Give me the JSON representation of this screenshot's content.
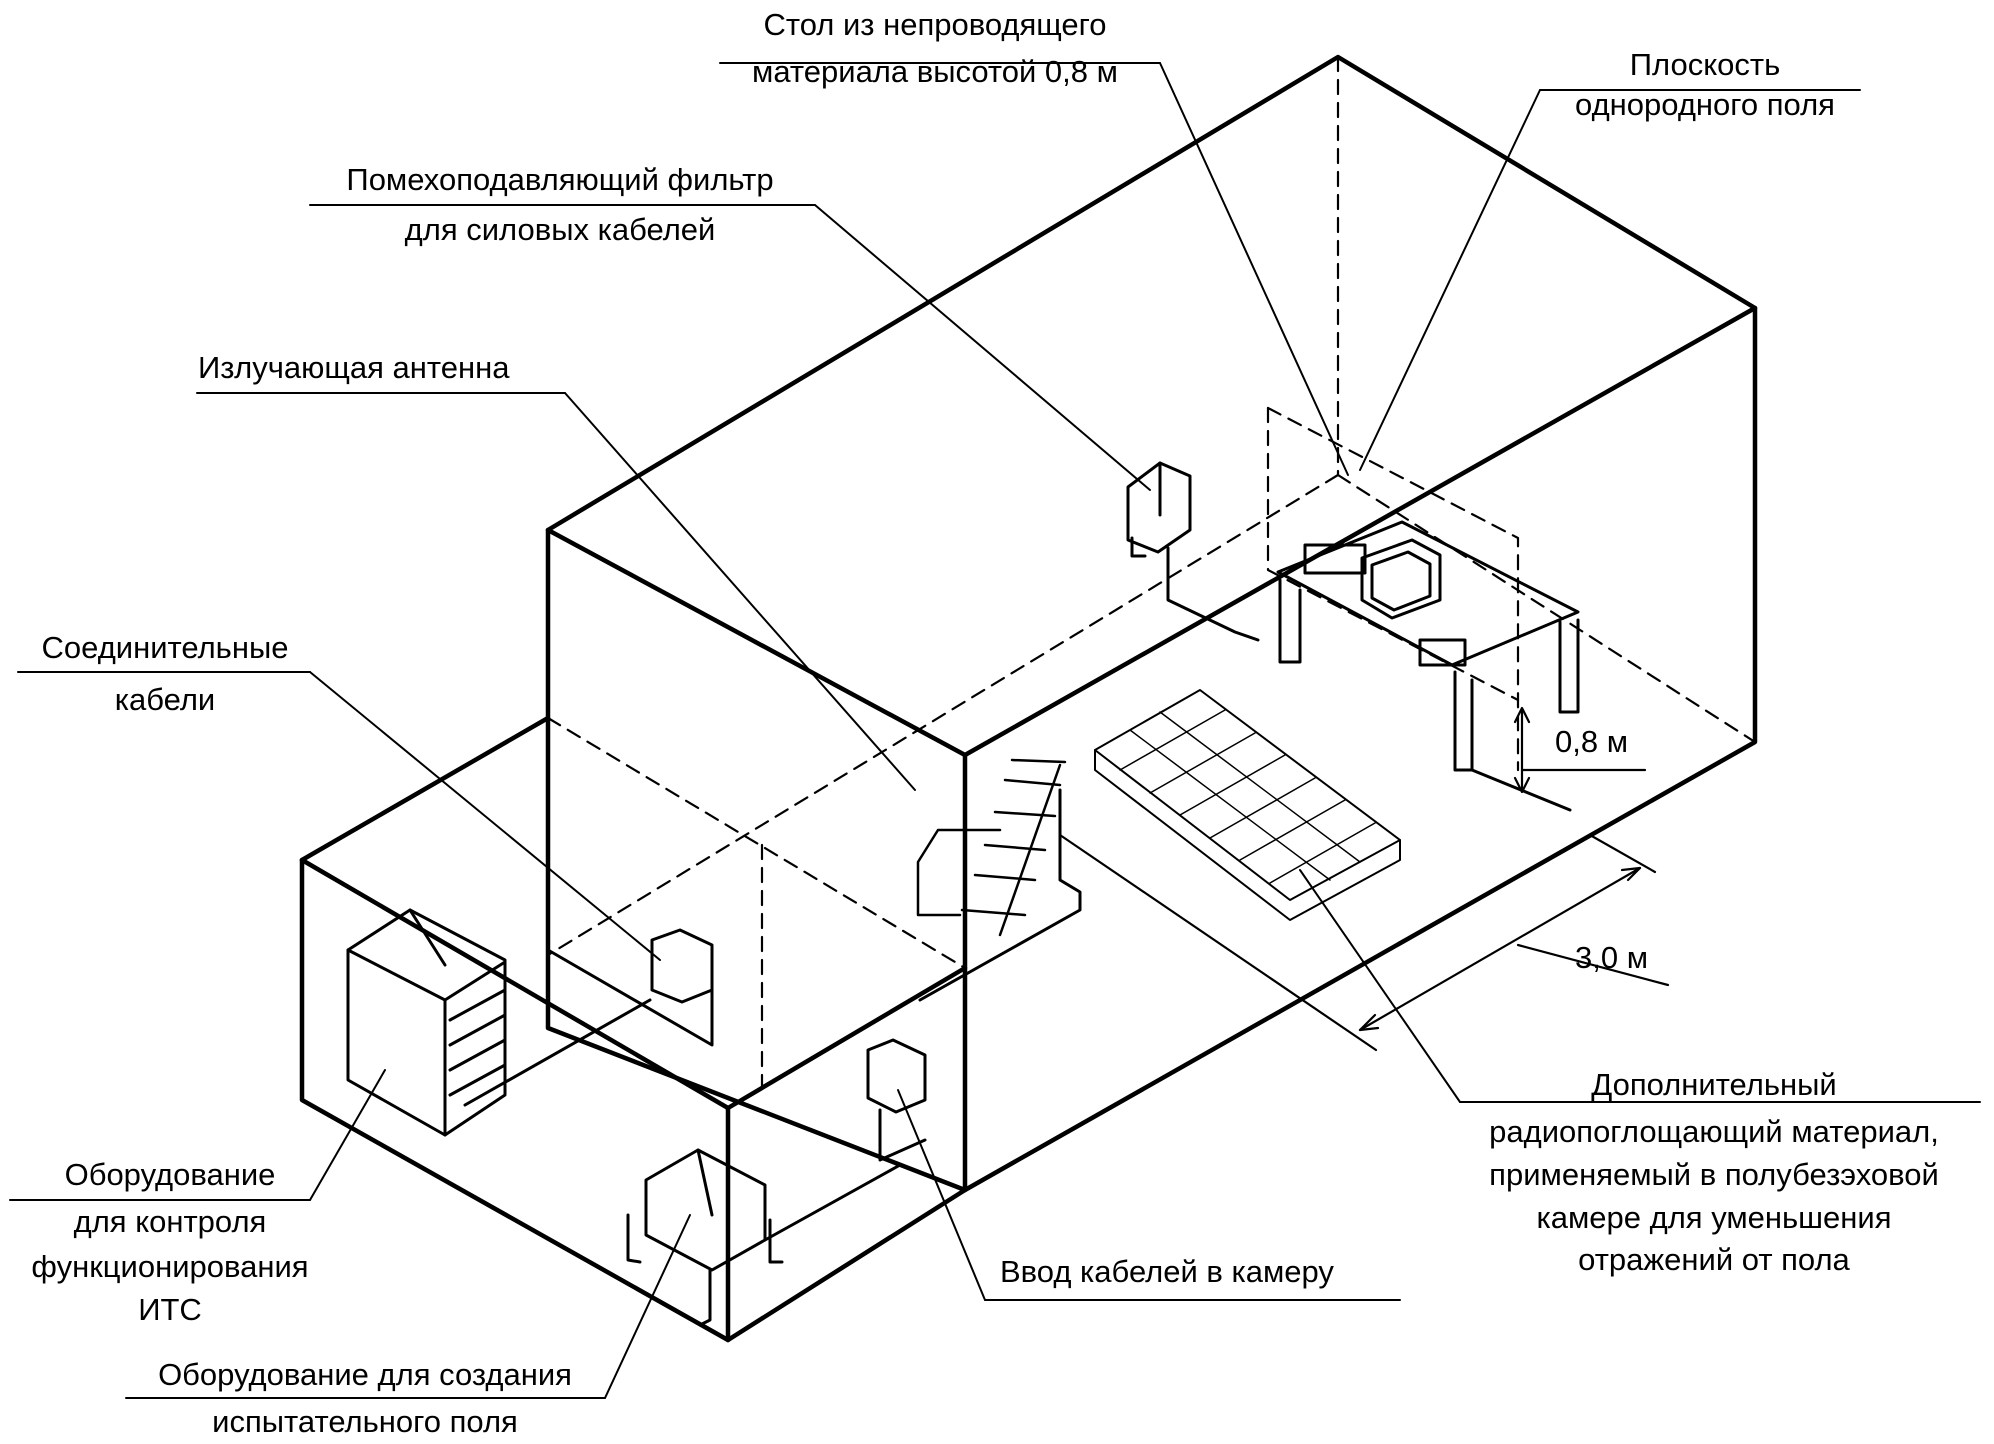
{
  "labels": {
    "table": [
      "Стол из непроводящего",
      "материала высотой 0,8 м"
    ],
    "uniform_plane": [
      "Плоскость",
      "однородного поля"
    ],
    "filter": [
      "Помехоподавляющий фильтр",
      "для силовых кабелей"
    ],
    "antenna": "Излучающая антенна",
    "cables": [
      "Соединительные",
      "кабели"
    ],
    "height": "0,8 м",
    "distance": "3,0 м",
    "absorber": [
      "Дополнительный",
      "радиопоглощающий материал,",
      "применяемый в полубезэховой",
      "камере для уменьшения",
      "отражений от пола"
    ],
    "monitoring": [
      "Оборудование",
      "для контроля",
      "функционирования",
      "ИТС"
    ],
    "cable_entry": "Ввод кабелей в камеру",
    "field_gen": [
      "Оборудование для создания",
      "испытательного поля"
    ]
  },
  "colors": {
    "ink": "#000000",
    "background": "#ffffff"
  }
}
